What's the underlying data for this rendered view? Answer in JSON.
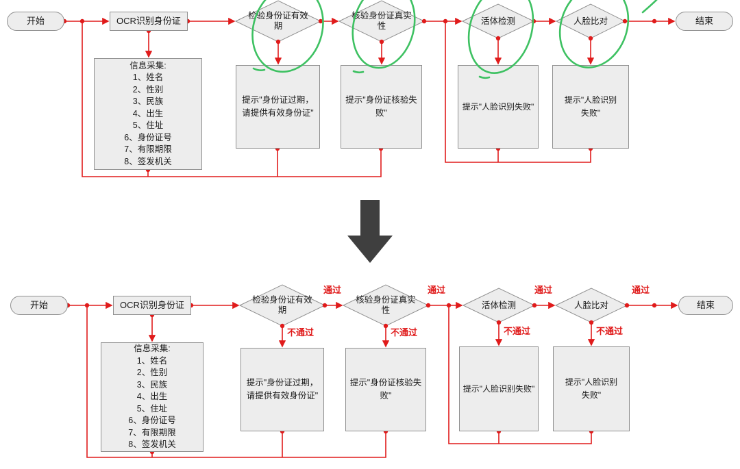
{
  "colors": {
    "connector_red": "#e01b1b",
    "annotation_green": "#3ec162",
    "node_fill": "#ededed",
    "node_border": "#8f8f8f",
    "big_arrow_gray": "#3f3f3f"
  },
  "flow": {
    "start_label": "开始",
    "ocr_label": "OCR识别身份证",
    "check_validity_label": "检验身份证有效期",
    "check_authenticity_label": "核验身份证真实性",
    "liveness_label": "活体检测",
    "face_compare_label": "人脸比对",
    "end_label": "结束",
    "info_box": {
      "title": "信息采集:",
      "items": [
        "1、姓名",
        "2、性别",
        "3、民族",
        "4、出生",
        "5、住址",
        "6、身份证号",
        "7、有限期限",
        "8、签发机关"
      ]
    },
    "prompt_expired": "提示\"身份证过期，\n请提供有效身份证\"",
    "prompt_verify_failed": "提示\"身份证核验失败\"",
    "prompt_face_failed_1": "提示\"人脸识别失败\"",
    "prompt_face_failed_2": "提示\"人脸识别\n失败\"",
    "pass_label": "通过",
    "fail_label": "不通过"
  }
}
